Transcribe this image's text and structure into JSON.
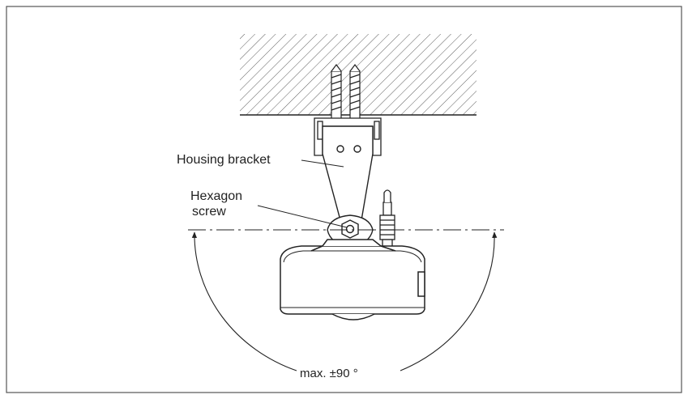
{
  "labels": {
    "housing_bracket": "Housing bracket",
    "hexagon_screw_line1": "Hexagon",
    "hexagon_screw_line2": "screw",
    "rotation": "max. ±90 °"
  },
  "colors": {
    "line": "#222222",
    "border": "#555555",
    "background": "#ffffff"
  }
}
